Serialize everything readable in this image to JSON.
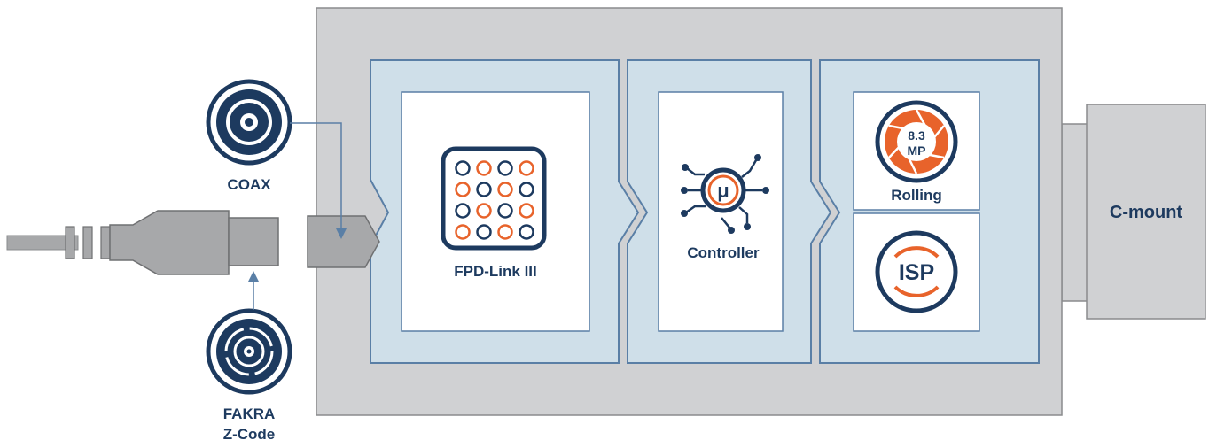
{
  "connectors": {
    "coax_label": "COAX",
    "fakra_label_line1": "FAKRA",
    "fakra_label_line2": "Z-Code"
  },
  "modules": {
    "fpd_link_label": "FPD-Link III",
    "controller_label": "Controller",
    "controller_symbol": "μ",
    "sensor_label": "Rolling",
    "sensor_resolution_value": "8.3",
    "sensor_resolution_unit": "MP",
    "isp_label": "ISP"
  },
  "mount": {
    "label": "C-mount"
  },
  "colors": {
    "navy": "#1d3a5f",
    "orange": "#e8632b",
    "housing_gray": "#d0d1d3",
    "panel_blue": "#cfdfe9",
    "border_blue": "#5a7fa6",
    "cable_gray": "#a7a8aa"
  },
  "icons": {
    "coax": "coax-connector-icon",
    "fakra": "fakra-connector-icon",
    "fpd_link": "led-matrix-icon",
    "controller": "microcontroller-icon",
    "sensor": "aperture-icon",
    "isp": "isp-icon"
  }
}
